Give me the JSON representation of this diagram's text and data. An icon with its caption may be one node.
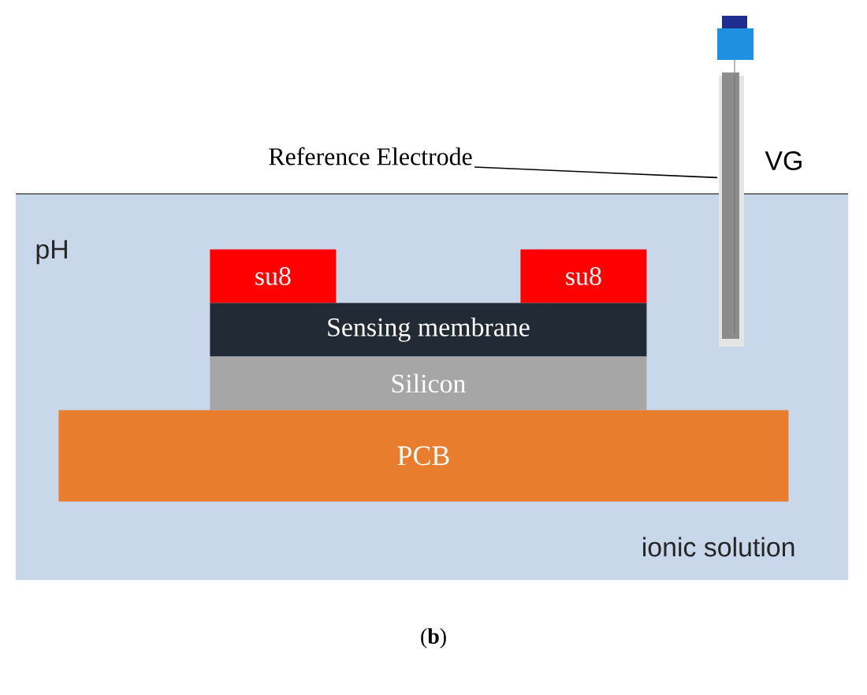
{
  "diagram": {
    "caption": "(**b**)",
    "nodes": [
      {
        "text": [
          "pH",
          "ionic solution"
        ]
      },
      {
        "text": [
          "su8"
        ],
        "in": 0
      },
      {
        "text": [
          "su8"
        ],
        "in": 0
      },
      {
        "text": [
          "Sensing membrane"
        ],
        "in": 0
      },
      {
        "text": [
          "Silicon"
        ],
        "in": 0
      },
      {
        "text": [
          "PCB"
        ],
        "in": 0
      },
      {
        "text": [
          "Reference Electrode"
        ]
      },
      {
        "text": [],
        "shape": "picture"
      }
    ],
    "edges": [
      {
        "from": 6,
        "to": 7,
        "arrow": "none"
      }
    ],
    "labels": [
      "VG"
    ]
  }
}
